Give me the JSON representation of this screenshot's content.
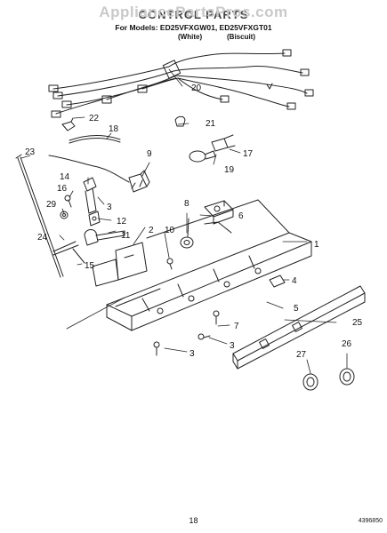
{
  "header": {
    "watermark": "AppliancePartsPros.com",
    "title": "CONTROL PARTS",
    "models_line": "For Models: ED25VFXGW01, ED25VFXGT01",
    "variant_white": "(White)",
    "variant_biscuit": "(Biscuit)"
  },
  "callouts": {
    "p1": "1",
    "p2": "2",
    "p3a": "3",
    "p3b": "3",
    "p3c": "3",
    "p4": "4",
    "p5": "5",
    "p6": "6",
    "p7": "7",
    "p8": "8",
    "p9": "9",
    "p10": "10",
    "p11": "11",
    "p12": "12",
    "p14": "14",
    "p15": "15",
    "p16": "16",
    "p17": "17",
    "p18": "18",
    "p19": "19",
    "p20": "20",
    "p21": "21",
    "p22": "22",
    "p23": "23",
    "p24": "24",
    "p25": "25",
    "p26": "26",
    "p27": "27",
    "p29": "29"
  },
  "footer": {
    "page_number": "18",
    "doc_id": "4396850"
  }
}
